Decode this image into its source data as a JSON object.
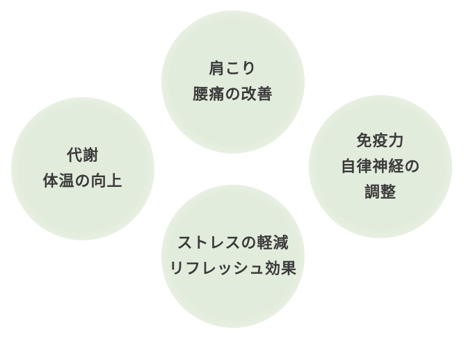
{
  "circles": {
    "top": {
      "lines": [
        "肩こり",
        "腰痛の改善"
      ]
    },
    "left": {
      "lines": [
        "代謝",
        "体温の向上"
      ]
    },
    "right": {
      "lines": [
        "免疫力",
        "自律神経の",
        "調整"
      ]
    },
    "bottom": {
      "lines": [
        "ストレスの軽減",
        "リフレッシュ効果"
      ]
    }
  }
}
